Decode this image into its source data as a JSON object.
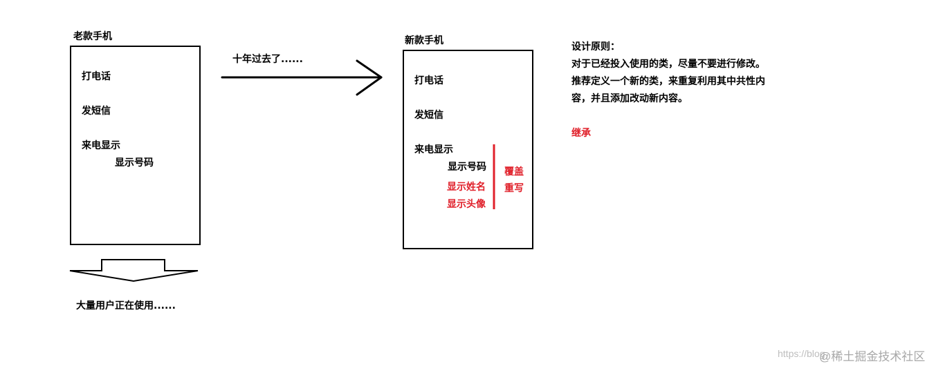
{
  "old_phone": {
    "title": "老款手机",
    "features": [
      "打电话",
      "发短信",
      "来电显示"
    ],
    "sub_feature": "显示号码",
    "caption": "大量用户正在使用......"
  },
  "transition": {
    "label": "十年过去了......"
  },
  "new_phone": {
    "title": "新款手机",
    "features": [
      "打电话",
      "发短信",
      "来电显示"
    ],
    "sub_features": [
      "显示号码",
      "显示姓名",
      "显示头像"
    ],
    "override_label_1": "覆盖",
    "override_label_2": "重写"
  },
  "principle": {
    "heading": "设计原则：",
    "lines": [
      "对于已经投入使用的类，尽量不要进行修改。",
      "推荐定义一个新的类，来重复利用其中共性内",
      "容，并且添加改动新内容。"
    ],
    "keyword": "继承"
  },
  "watermark": {
    "url": "https://blog",
    "site": "@稀土掘金技术社区"
  },
  "colors": {
    "accent": "#e0202a",
    "line": "#000000"
  }
}
